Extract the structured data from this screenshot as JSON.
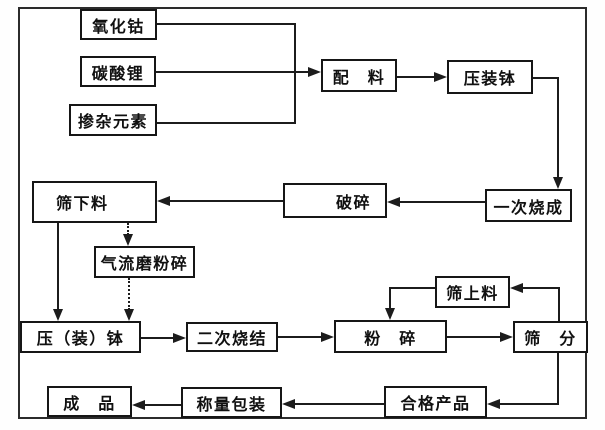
{
  "diagram": {
    "type": "flowchart",
    "language": "zh-CN",
    "colors": {
      "line": "#1c1c1c",
      "box_border": "#161616",
      "background": "#ffffff"
    },
    "nodes": [
      {
        "id": "cobalt-oxide",
        "label": "氧化钴"
      },
      {
        "id": "lithium-carbonate",
        "label": "碳酸锂"
      },
      {
        "id": "doping-elements",
        "label": "掺杂元素"
      },
      {
        "id": "batching",
        "label": "配　料"
      },
      {
        "id": "press-sagger",
        "label": "压装钵"
      },
      {
        "id": "first-sintering",
        "label": "一次烧成"
      },
      {
        "id": "crushing",
        "label": "破碎"
      },
      {
        "id": "undersize-material",
        "label": "筛下料"
      },
      {
        "id": "jet-mill-grinding",
        "label": "气流磨粉碎"
      },
      {
        "id": "press-sagger-2",
        "label": "压（装）钵"
      },
      {
        "id": "second-sintering",
        "label": "二次烧结"
      },
      {
        "id": "milling",
        "label": "粉　碎"
      },
      {
        "id": "oversize-material",
        "label": "筛上料"
      },
      {
        "id": "sieving",
        "label": "筛　分"
      },
      {
        "id": "qualified-product",
        "label": "合格产品"
      },
      {
        "id": "weighing-packaging",
        "label": "称量包装"
      },
      {
        "id": "finished-product",
        "label": "成　品"
      }
    ],
    "edges": [
      {
        "from": "cobalt-oxide",
        "to": "batching",
        "style": "solid"
      },
      {
        "from": "lithium-carbonate",
        "to": "batching",
        "style": "solid"
      },
      {
        "from": "doping-elements",
        "to": "batching",
        "style": "solid"
      },
      {
        "from": "batching",
        "to": "press-sagger",
        "style": "solid"
      },
      {
        "from": "press-sagger",
        "to": "first-sintering",
        "style": "solid"
      },
      {
        "from": "first-sintering",
        "to": "crushing",
        "style": "solid"
      },
      {
        "from": "crushing",
        "to": "undersize-material",
        "style": "solid"
      },
      {
        "from": "undersize-material",
        "to": "press-sagger-2",
        "style": "solid"
      },
      {
        "from": "undersize-material",
        "to": "jet-mill-grinding",
        "style": "dotted"
      },
      {
        "from": "jet-mill-grinding",
        "to": "press-sagger-2",
        "style": "dotted"
      },
      {
        "from": "press-sagger-2",
        "to": "second-sintering",
        "style": "solid"
      },
      {
        "from": "second-sintering",
        "to": "milling",
        "style": "solid"
      },
      {
        "from": "milling",
        "to": "sieving",
        "style": "solid"
      },
      {
        "from": "sieving",
        "to": "oversize-material",
        "style": "solid"
      },
      {
        "from": "oversize-material",
        "to": "milling",
        "style": "solid"
      },
      {
        "from": "sieving",
        "to": "qualified-product",
        "style": "solid"
      },
      {
        "from": "qualified-product",
        "to": "weighing-packaging",
        "style": "solid"
      },
      {
        "from": "weighing-packaging",
        "to": "finished-product",
        "style": "solid"
      }
    ]
  }
}
